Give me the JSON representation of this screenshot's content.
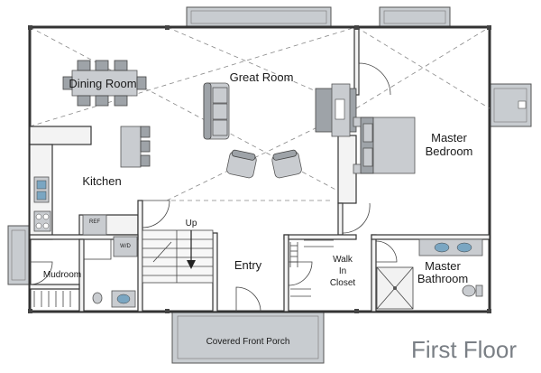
{
  "rooms": {
    "dining_room": "Dining Room",
    "great_room": "Great Room",
    "master_bedroom_line1": "Master",
    "master_bedroom_line2": "Bedroom",
    "kitchen": "Kitchen",
    "up": "Up",
    "entry": "Entry",
    "walk_in_closet_line1": "Walk",
    "walk_in_closet_line2": "In",
    "walk_in_closet_line3": "Closet",
    "master_bathroom_line1": "Master",
    "master_bathroom_line2": "Bathroom",
    "mudroom": "Mudroom",
    "covered_front_porch": "Covered Front Porch"
  },
  "appliances": {
    "refrigerator": "REF",
    "washer_dryer": "W/D"
  },
  "title": "First Floor",
  "colors": {
    "wall_stroke": "#333333",
    "furniture": "#c9ccd0",
    "porch_fill": "#c8ccd0",
    "title_color": "#7a7f85"
  }
}
